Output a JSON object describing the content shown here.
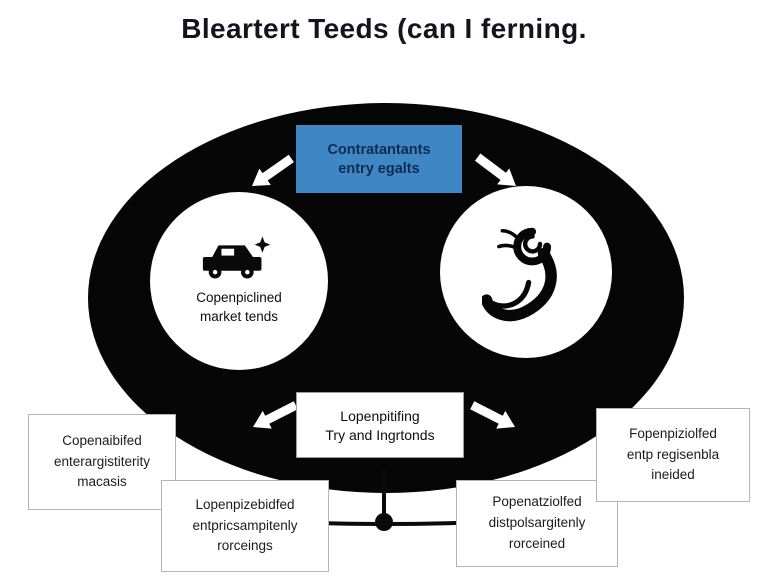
{
  "title": "Bleartert Teeds (can I ferning.",
  "ellipse": {
    "top_label": {
      "line1": "Contratantants",
      "line2": "entry egalts"
    },
    "left_circle": {
      "icon": "car-sparkle-icon",
      "line1": "Copenpiclined",
      "line2": "market tends"
    },
    "right_circle": {
      "icon": "swirl-ornament-icon"
    },
    "bottom_label": {
      "line1": "Lopenpitifing",
      "line2": "Try and Ingrtonds"
    }
  },
  "outer_boxes": {
    "left": {
      "line1": "Copenaibifed",
      "line2": "enterargistiterity",
      "line3": "macasis"
    },
    "center_left": {
      "line1": "Lopenpizebidfed",
      "line2": "entpricsampitenly",
      "line3": "rorceings"
    },
    "center_right": {
      "line1": "Popenatziolfed",
      "line2": "distpolsargitenly",
      "line3": "rorceined"
    },
    "right": {
      "line1": "Fopenpiziolfed",
      "line2": "entp regisenbla",
      "line3": "ineided"
    }
  },
  "colors": {
    "accent_blue": "#3e86c4",
    "ellipse_black": "#060606",
    "background": "#ffffff",
    "box_border": "#b4b4b4"
  }
}
